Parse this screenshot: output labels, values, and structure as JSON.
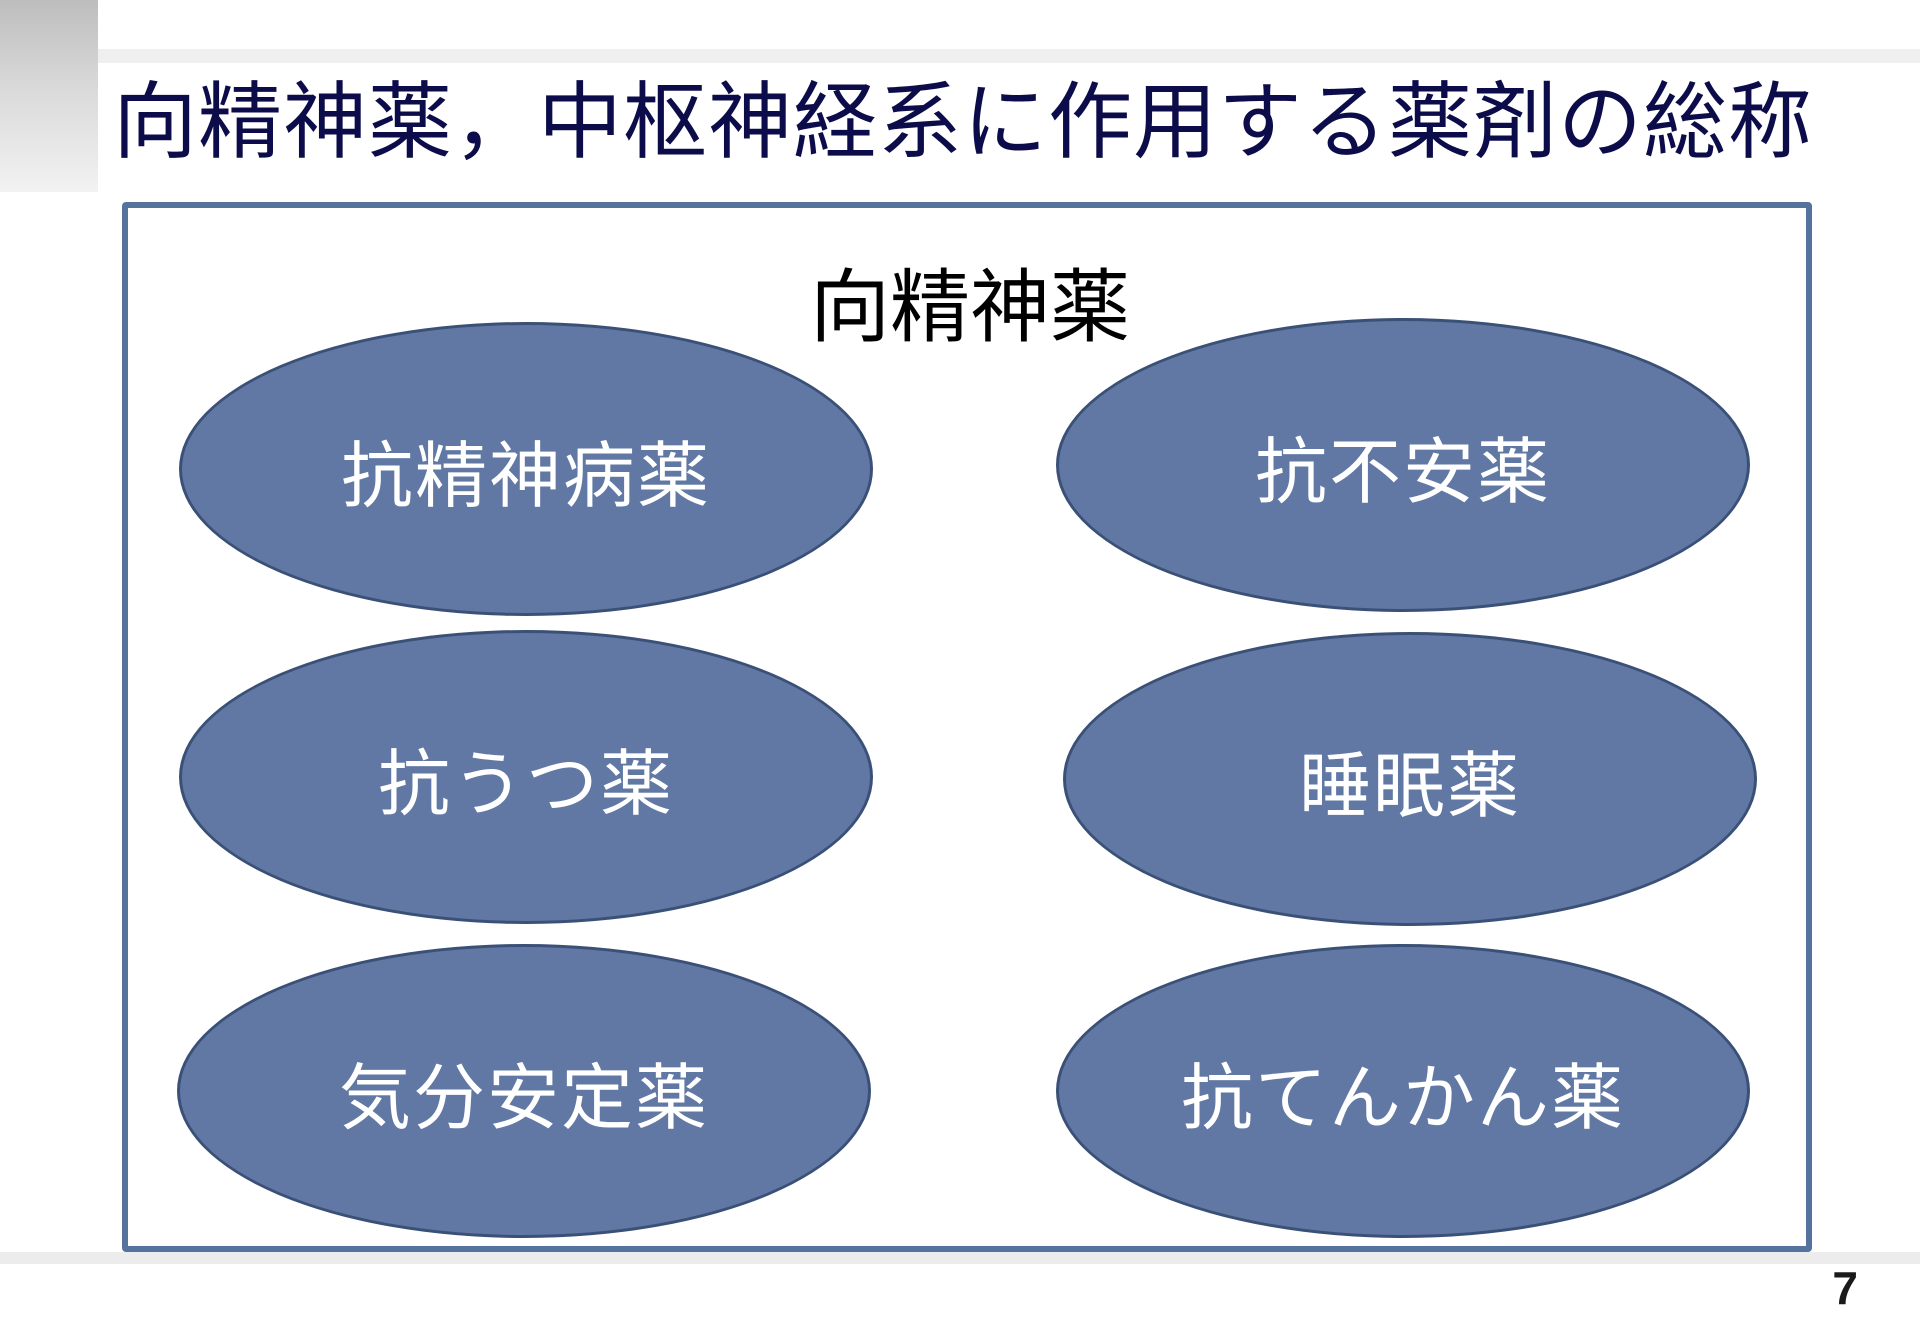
{
  "slide": {
    "title": "向精神薬，中枢神経系に作用する薬剤の総称",
    "page_number": "7"
  },
  "diagram": {
    "group_label": "向精神薬",
    "items": [
      "抗精神病薬",
      "抗不安薬",
      "抗うつ薬",
      "睡眠薬",
      "気分安定薬",
      "抗てんかん薬"
    ]
  },
  "colors": {
    "title": "#0c0c4a",
    "frame_border": "#56739e",
    "ellipse_fill": "#6078a3",
    "ellipse_border": "#3b5077",
    "ellipse_text": "#ffffff"
  }
}
